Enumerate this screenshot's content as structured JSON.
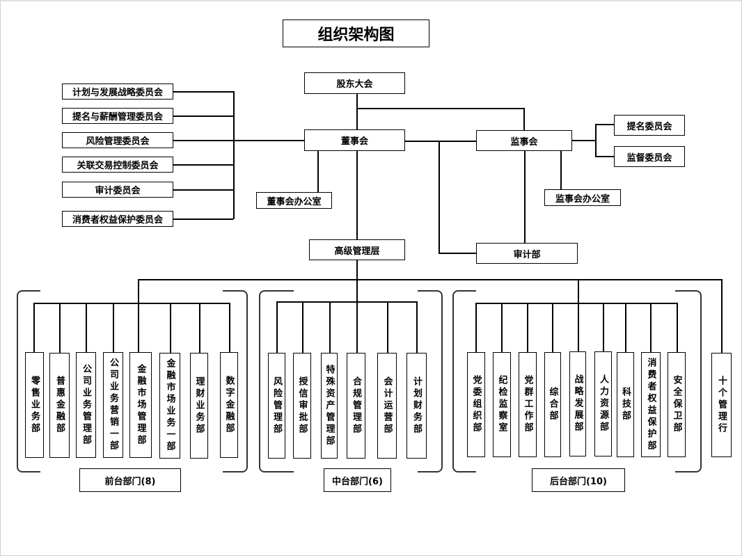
{
  "title": "组织架构图",
  "governance": {
    "shareholders": "股东大会",
    "board": "董事会",
    "supervisors": "监事会",
    "board_office": "董事会办公室",
    "supervisor_office": "监事会办公室",
    "senior_mgmt": "高级管理层",
    "audit_dept": "审计部"
  },
  "board_committees": [
    "计划与发展战略委员会",
    "提名与薪酬管理委员会",
    "风险管理委员会",
    "关联交易控制委员会",
    "审计委员会",
    "消费者权益保护委员会"
  ],
  "supervisor_committees": [
    "提名委员会",
    "监督委员会"
  ],
  "front_office": {
    "label": "前台部门(8)",
    "departments": [
      "零售业务部",
      "普惠金融部",
      "公司业务管理部",
      "公司业务营销一部",
      "金融市场管理部",
      "金融市场业务一部",
      "理财业务部",
      "数字金融部"
    ]
  },
  "middle_office": {
    "label": "中台部门(6)",
    "departments": [
      "风险管理部",
      "授信审批部",
      "特殊资产管理部",
      "合规管理部",
      "会计运营部",
      "计划财务部"
    ]
  },
  "back_office": {
    "label": "后台部门(10)",
    "departments": [
      "党委组织部",
      "纪检监察室",
      "党群工作部",
      "综合部",
      "战略发展部",
      "人力资源部",
      "科技部",
      "消费者权益保护部",
      "安全保卫部"
    ]
  },
  "branches": "十个管理行"
}
